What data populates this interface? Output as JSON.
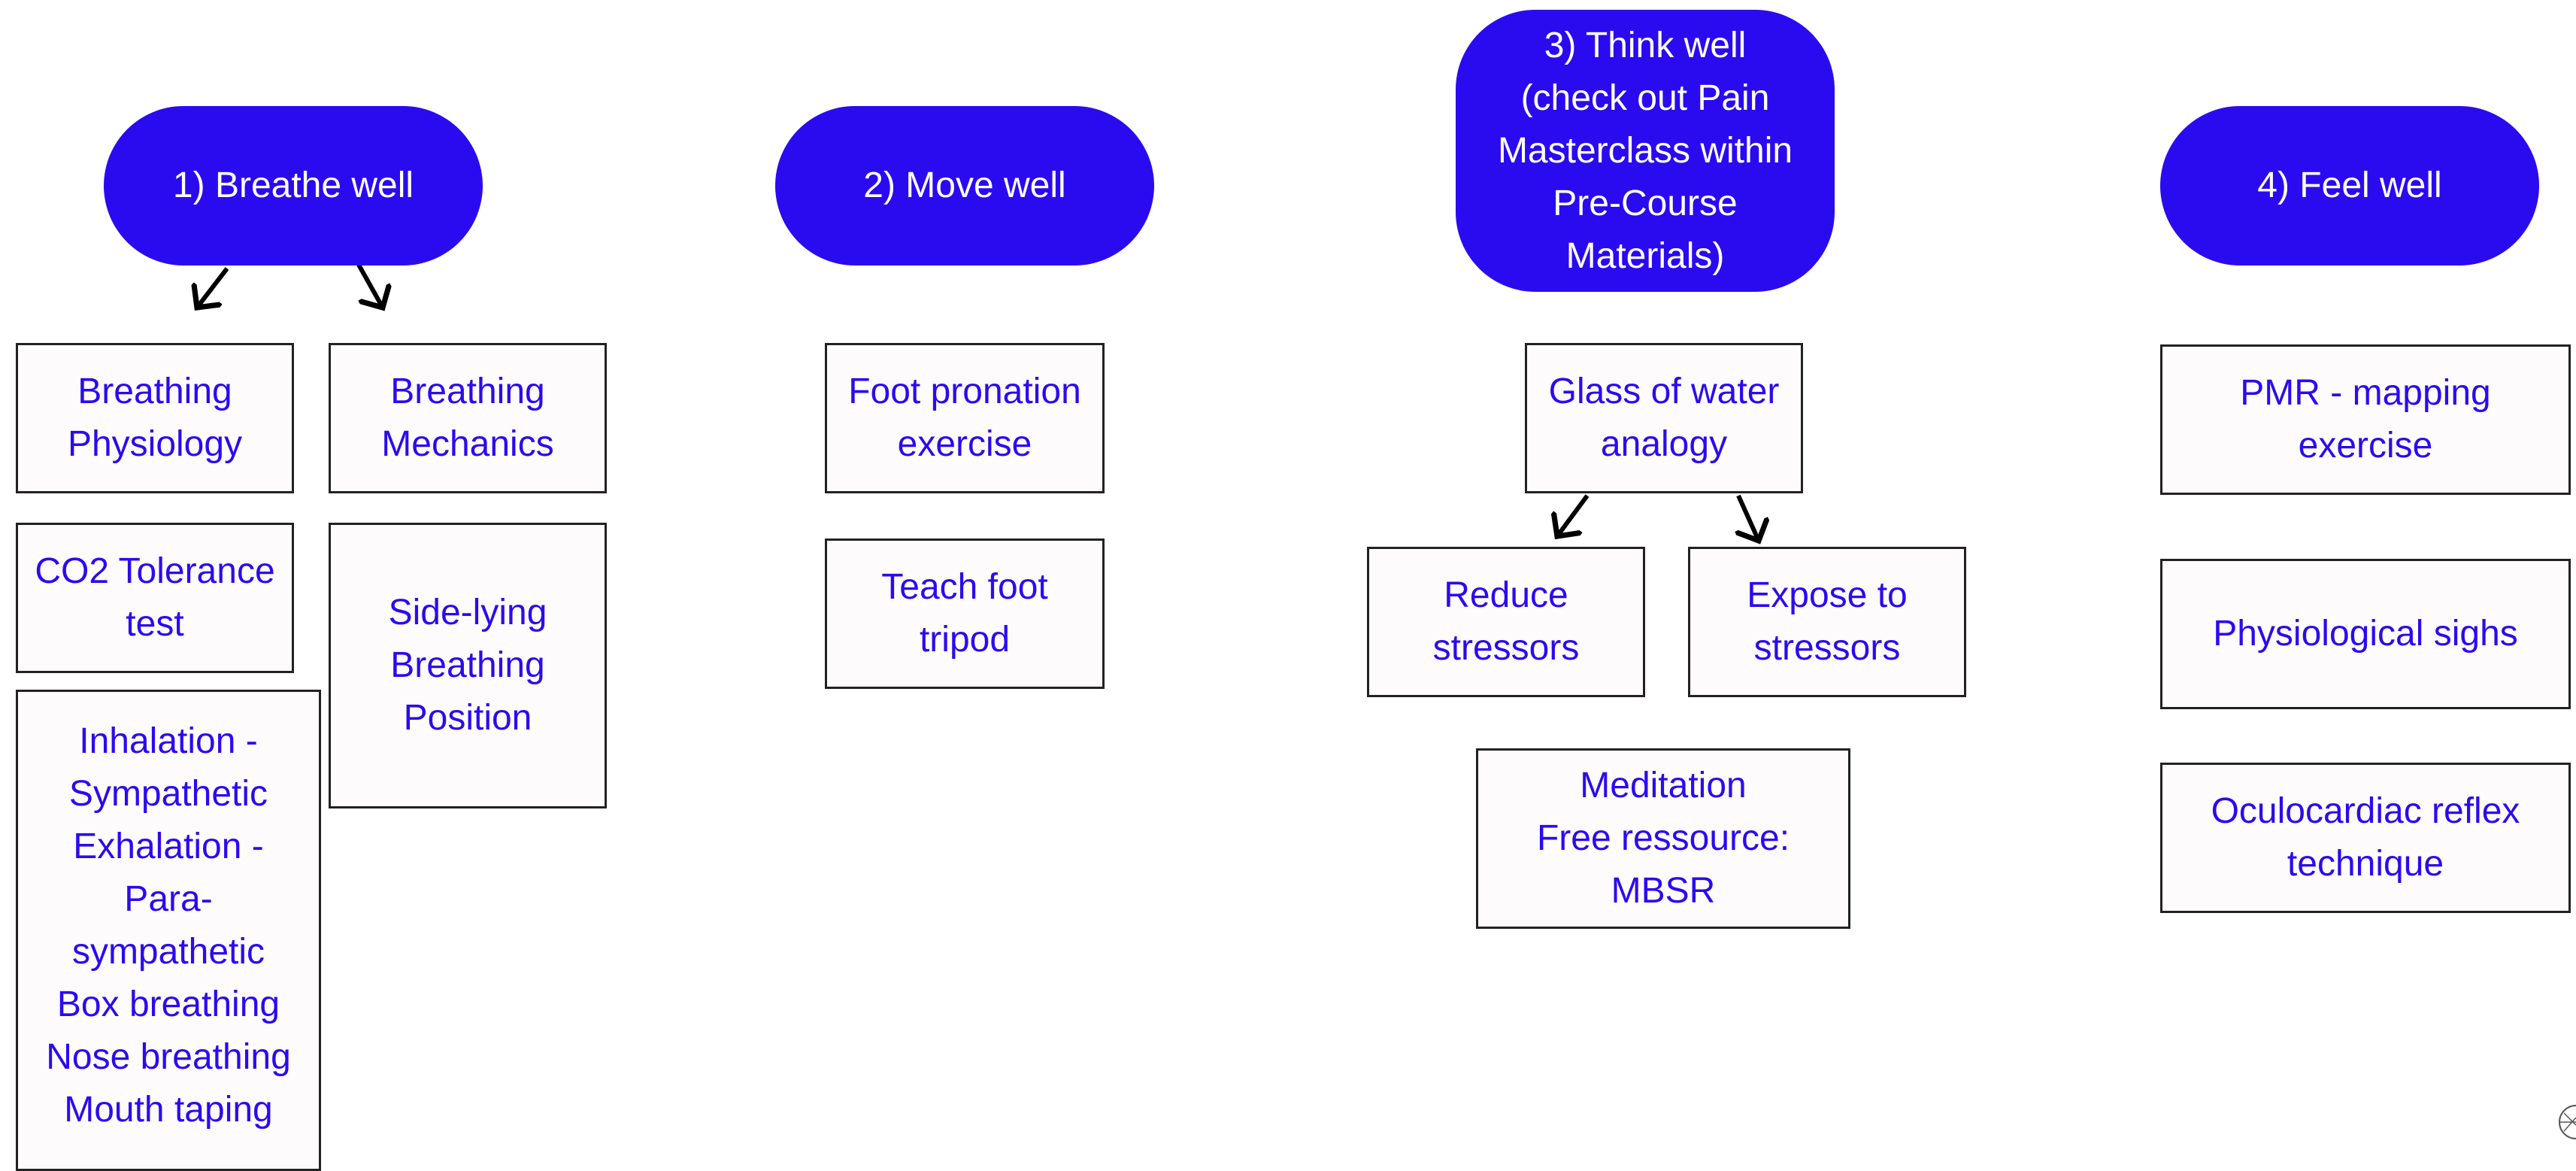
{
  "pillars": [
    {
      "label": "1) Breathe well"
    },
    {
      "label": "2) Move well"
    },
    {
      "label": "3) Think well\n(check out Pain\nMasterclass within\nPre-Course\nMaterials)"
    },
    {
      "label": "4) Feel well"
    }
  ],
  "breathe": {
    "physiology": "Breathing\nPhysiology",
    "mechanics": "Breathing\nMechanics",
    "co2_test": "CO2 Tolerance\ntest",
    "side_lying": "Side-lying\nBreathing\nPosition",
    "list": "Inhalation -\nSympathetic\nExhalation -\nPara-\nsympathetic\nBox breathing\nNose breathing\nMouth taping"
  },
  "move": {
    "foot_pronation": "Foot pronation\nexercise",
    "foot_tripod": "Teach foot\ntripod"
  },
  "think": {
    "glass_of_water": "Glass of water\nanalogy",
    "reduce": "Reduce\nstressors",
    "expose": "Expose to\nstressors",
    "meditation": "Meditation\nFree ressource:\nMBSR"
  },
  "feel": {
    "pmr": "PMR - mapping\nexercise",
    "sighs": "Physiological sighs",
    "oculocardiac": "Oculocardiac reflex\ntechnique"
  },
  "colors": {
    "accent": "#2a0bf0",
    "card_bg": "#fefbfc",
    "card_border": "#222222",
    "arrow": "#000000"
  }
}
